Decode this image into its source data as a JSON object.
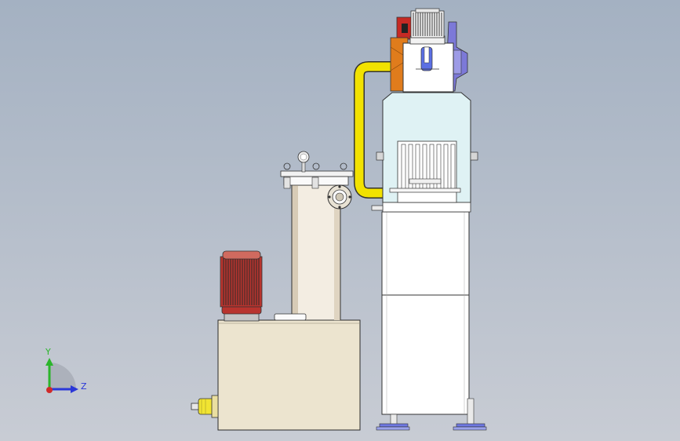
{
  "viewport": {
    "background_top": "#a4b1c2",
    "background_bottom": "#c8ccd4"
  },
  "model": {
    "parts": [
      "electric-motor",
      "oil-tank",
      "filter-housing",
      "pressure-gauge",
      "yellow-hose",
      "main-cabinet",
      "top-motor",
      "orange-gearbox",
      "blue-housing",
      "heater-element",
      "leveling-feet",
      "inlet-fitting"
    ],
    "colors": {
      "motor_body": "#b8342e",
      "tank": "#ece4cf",
      "filter_body": "#f3ede2",
      "hose": "#f2e200",
      "cabinet": "#ffffff",
      "cabinet_top_glass": "#dff2f4",
      "gearbox": "#e07c1c",
      "blue_housing": "#7c79d8",
      "fitting": "#f1e432",
      "foot": "#6e78e2"
    }
  },
  "triad": {
    "y_label": "Y",
    "z_label": "Z",
    "y_color": "#2bb52b",
    "z_color": "#2a37d8",
    "x_color": "#d02a2a"
  }
}
